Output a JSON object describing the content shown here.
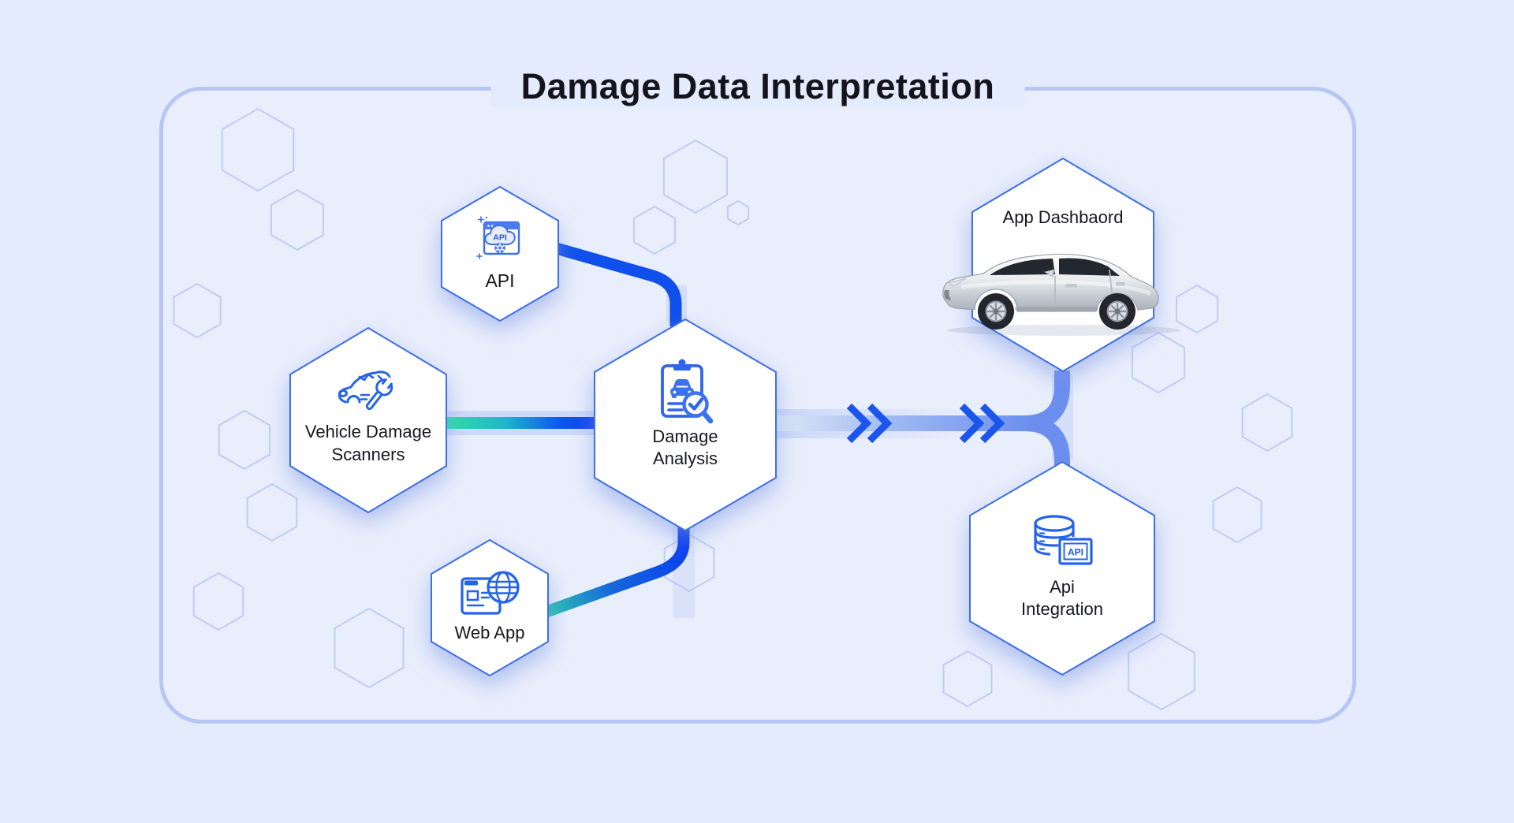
{
  "title": "Damage Data Interpretation",
  "diagram": {
    "nodes": [
      {
        "id": "api",
        "label": "API",
        "icon": "api-browser-cloud-icon",
        "icon_text": "API"
      },
      {
        "id": "vehicle-damage-scanners",
        "label": "Vehicle Damage Scanners",
        "icon": "car-wrench-icon"
      },
      {
        "id": "web-app",
        "label": "Web App",
        "icon": "browser-globe-icon"
      },
      {
        "id": "damage-analysis",
        "label": "Damage Analysis",
        "icon": "clipboard-car-magnifier-icon"
      },
      {
        "id": "app-dashboard",
        "label": "App Dashbaord",
        "icon": "silver-car-photo"
      },
      {
        "id": "api-integration",
        "label": "Api Integration",
        "icon": "database-api-icon",
        "icon_text": "API"
      }
    ],
    "connections": [
      {
        "from": "api",
        "to": "damage-analysis",
        "style": "solid-blue-elbow"
      },
      {
        "from": "vehicle-damage-scanners",
        "to": "damage-analysis",
        "style": "teal-to-blue-gradient"
      },
      {
        "from": "web-app",
        "to": "damage-analysis",
        "style": "teal-to-blue-gradient-elbow"
      },
      {
        "from": "damage-analysis",
        "to": "app-dashboard",
        "style": "light-blue-band-with-chevrons"
      },
      {
        "from": "damage-analysis",
        "to": "api-integration",
        "style": "light-blue-band-with-chevrons"
      }
    ]
  },
  "colors": {
    "background": "#e4ebfc",
    "frame_border": "#b7c7f5",
    "hexagon_border": "#3e6fe4",
    "hexagon_fill": "#ffffff",
    "connector_blue": "#0f4feb",
    "connector_teal": "#2de8a0",
    "band_blue": "#6b8eef",
    "chevron_blue": "#1c55ec",
    "text_dark": "#14141c"
  }
}
